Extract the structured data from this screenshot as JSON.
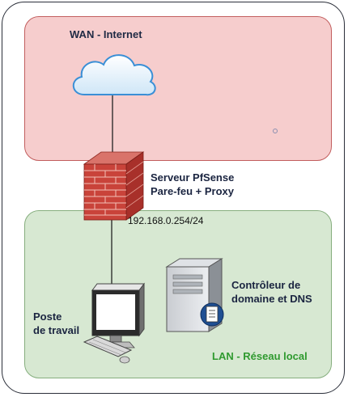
{
  "zones": {
    "wan": {
      "title": "WAN - Internet"
    },
    "lan": {
      "title": "LAN - Réseau local"
    }
  },
  "nodes": {
    "cloud": {
      "icon": "cloud-icon"
    },
    "firewall": {
      "label": "Serveur PfSense\nPare-feu + Proxy",
      "ip": "192.168.0.254/24",
      "icon": "firewall-icon"
    },
    "domain_controller": {
      "label": "Contrôleur de\ndomaine et DNS",
      "icon": "server-icon"
    },
    "workstation": {
      "label": "Poste\nde travail",
      "icon": "workstation-icon"
    }
  },
  "colors": {
    "wan_fill": "#f6cdcd",
    "wan_border": "#c25e5e",
    "lan_fill": "#d7e8d2",
    "lan_border": "#86ae7e",
    "lan_title": "#2f9a2f",
    "brick": "#c0392b"
  }
}
